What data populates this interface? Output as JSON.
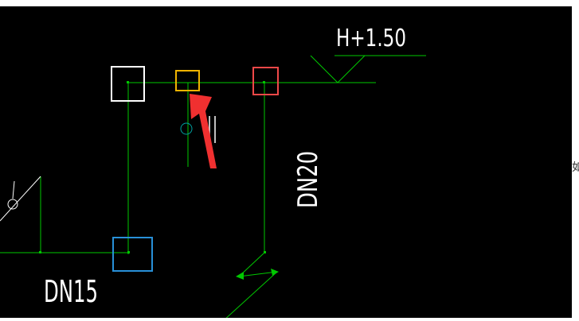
{
  "drawing": {
    "elevation_label": "H+1.50",
    "pipe_label_dn20": "DN20",
    "pipe_label_dn15": "DN15",
    "valve_mark": "‖"
  },
  "side_panel": {
    "partial_char": "如"
  },
  "colors": {
    "background": "#000000",
    "pipe": "#00c800",
    "text": "#ffffff",
    "grip_white": "#ffffff",
    "grip_yellow": "#f0b400",
    "grip_red": "#f04848",
    "grip_blue": "#2890d8",
    "arrow": "#f03030",
    "connector_circle": "#00a0a0"
  }
}
